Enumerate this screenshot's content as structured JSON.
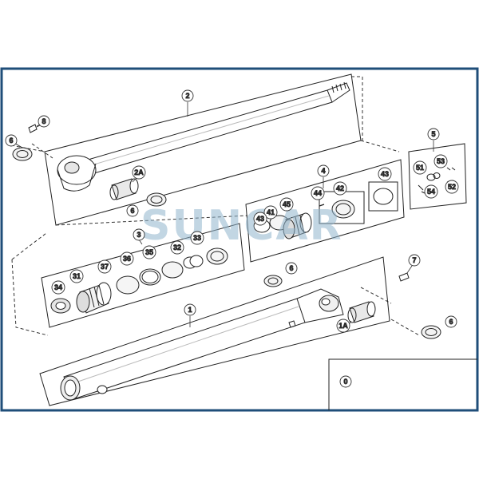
{
  "watermark": {
    "text": "SUNCAR",
    "color": "#8fb4cc"
  },
  "frame_color": "#1f4e79",
  "callouts": {
    "c0": "0",
    "c1": "1",
    "c1A": "1A",
    "c2": "2",
    "c2A": "2A",
    "c3": "3",
    "c4": "4",
    "c5": "5",
    "c6a": "6",
    "c6b": "6",
    "c6c": "6",
    "c6d": "6",
    "c7": "7",
    "c8": "8",
    "c31": "31",
    "c32": "32",
    "c33": "33",
    "c34": "34",
    "c35": "35",
    "c36": "36",
    "c37": "37",
    "c41": "41",
    "c42": "42",
    "c43a": "43",
    "c43b": "43",
    "c44": "44",
    "c45": "45",
    "c51": "51",
    "c52": "52",
    "c53": "53",
    "c54": "54"
  }
}
